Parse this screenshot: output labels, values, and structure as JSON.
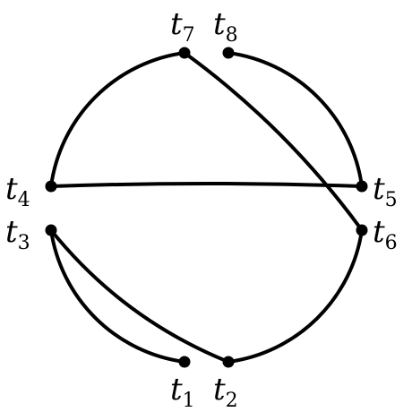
{
  "diagram": {
    "stroke_color": "#000000",
    "background_color": "#ffffff",
    "nodes": [
      {
        "id": "t1",
        "base": "t",
        "sub": "1"
      },
      {
        "id": "t2",
        "base": "t",
        "sub": "2"
      },
      {
        "id": "t3",
        "base": "t",
        "sub": "3"
      },
      {
        "id": "t4",
        "base": "t",
        "sub": "4"
      },
      {
        "id": "t5",
        "base": "t",
        "sub": "5"
      },
      {
        "id": "t6",
        "base": "t",
        "sub": "6"
      },
      {
        "id": "t7",
        "base": "t",
        "sub": "7"
      },
      {
        "id": "t8",
        "base": "t",
        "sub": "8"
      }
    ],
    "edges": [
      {
        "from": "t1",
        "to": "t3",
        "kind": "boundary-arc"
      },
      {
        "from": "t3",
        "to": "t2",
        "kind": "chord"
      },
      {
        "from": "t2",
        "to": "t6",
        "kind": "boundary-arc"
      },
      {
        "from": "t6",
        "to": "t7",
        "kind": "chord"
      },
      {
        "from": "t7",
        "to": "t4",
        "kind": "boundary-arc"
      },
      {
        "from": "t4",
        "to": "t5",
        "kind": "chord"
      },
      {
        "from": "t5",
        "to": "t8",
        "kind": "boundary-arc"
      }
    ]
  }
}
